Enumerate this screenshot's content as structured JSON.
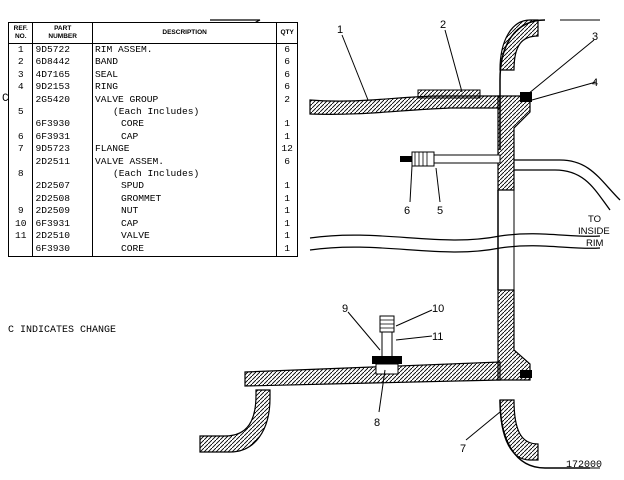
{
  "table": {
    "headers": {
      "ref_line1": "REF.",
      "ref_line2": "NO.",
      "part_line1": "PART",
      "part_line2": "NUMBER",
      "description": "DESCRIPTION",
      "qty": "QTY"
    },
    "rows": [
      {
        "ref": "1",
        "part": "9D5722",
        "desc": "RIM ASSEM.",
        "qty": "6"
      },
      {
        "ref": "2",
        "part": "6D8442",
        "desc": "BAND",
        "qty": "6"
      },
      {
        "ref": "3",
        "part": "4D7165",
        "desc": "SEAL",
        "qty": "6"
      },
      {
        "ref": "4",
        "part": "9D2153",
        "desc": "RING",
        "qty": "6"
      },
      {
        "ref": "",
        "part": "2G5420",
        "desc": "VALVE GROUP",
        "qty": "2"
      },
      {
        "ref": "5",
        "part": "",
        "desc": "(Each Includes)",
        "qty": ""
      },
      {
        "ref": "",
        "part": "6F3930",
        "desc": "CORE",
        "qty": "1"
      },
      {
        "ref": "6",
        "part": "6F3931",
        "desc": "CAP",
        "qty": "1"
      },
      {
        "ref": "7",
        "part": "9D5723",
        "desc": "FLANGE",
        "qty": "12"
      },
      {
        "ref": "",
        "part": "2D2511",
        "desc": "VALVE ASSEM.",
        "qty": "6"
      },
      {
        "ref": "8",
        "part": "",
        "desc": "(Each Includes)",
        "qty": ""
      },
      {
        "ref": "",
        "part": "2D2507",
        "desc": "SPUD",
        "qty": "1"
      },
      {
        "ref": "",
        "part": "2D2508",
        "desc": "GROMMET",
        "qty": "1"
      },
      {
        "ref": "9",
        "part": "2D2509",
        "desc": "NUT",
        "qty": "1"
      },
      {
        "ref": "10",
        "part": "6F3931",
        "desc": "CAP",
        "qty": "1"
      },
      {
        "ref": "11",
        "part": "2D2510",
        "desc": "VALVE",
        "qty": "1"
      },
      {
        "ref": "",
        "part": "6F3930",
        "desc": "CORE",
        "qty": "1"
      }
    ],
    "change_mark": "C"
  },
  "footnote": "C INDICATES CHANGE",
  "figure_number": "172000",
  "diagram": {
    "callouts": [
      "1",
      "2",
      "3",
      "4",
      "5",
      "6",
      "7",
      "8",
      "9",
      "10",
      "11"
    ],
    "to_rim_line1": "TO",
    "to_rim_line2": "INSIDE",
    "to_rim_line3": "RIM"
  }
}
